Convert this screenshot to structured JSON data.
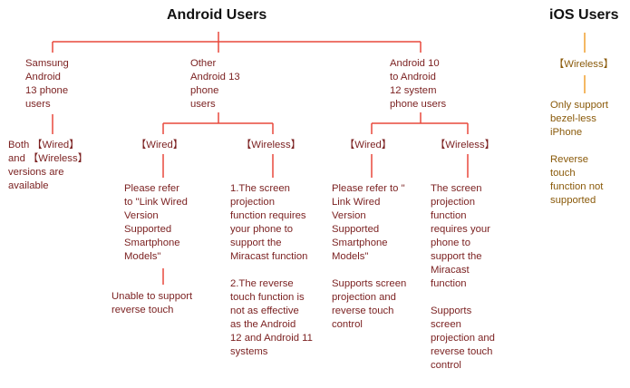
{
  "colors": {
    "android_line": "#e8483c",
    "ios_line": "#f0a030",
    "android_text": "#7a1f1f",
    "ios_text": "#8a5a0a",
    "heading": "#111111"
  },
  "android": {
    "title": "Android Users",
    "samsung": {
      "label": "Samsung\nAndroid\n13  phone\nusers",
      "note": "Both 【Wired】\nand 【Wireless】\nversions are\navailable"
    },
    "other13": {
      "label": "Other\nAndroid 13\nphone\nusers",
      "wired": {
        "label": "【Wired】",
        "note": "Please refer\nto \"Link Wired\nVersion\nSupported\nSmartphone\nModels\"",
        "sub_note": "Unable to support\nreverse touch"
      },
      "wireless": {
        "label": "【Wireless】",
        "note": "1.The screen\nprojection\nfunction requires\nyour phone to\nsupport the\nMiracast function\n\n2.The reverse\ntouch function is\nnot as effective\nas the Android\n12 and Android 11\nsystems"
      }
    },
    "android10_12": {
      "label": "Android 10\nto Android\n12 system\nphone users",
      "wired": {
        "label": "【Wired】",
        "note": "Please refer to \"\nLink Wired\nVersion\nSupported\nSmartphone\nModels\"\n\nSupports screen\nprojection and\nreverse touch\ncontrol"
      },
      "wireless": {
        "label": "【Wireless】",
        "note": "The screen\nprojection\nfunction\nrequires your\nphone to\nsupport the\nMiracast\nfunction\n\nSupports\nscreen\nprojection and\nreverse touch\ncontrol"
      }
    }
  },
  "ios": {
    "title": "iOS Users",
    "wireless_label": "【Wireless】",
    "note": "Only support\nbezel-less\niPhone\n\nReverse\ntouch\nfunction not\nsupported"
  }
}
